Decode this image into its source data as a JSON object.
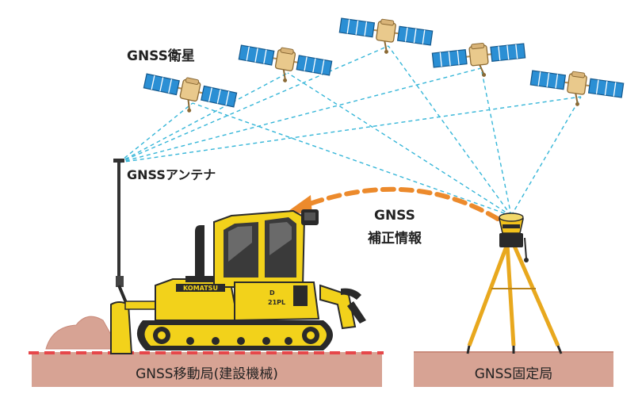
{
  "labels": {
    "satellites": "GNSS衛星",
    "antenna": "GNSSアンテナ",
    "correction_line1": "GNSS",
    "correction_line2": "補正情報",
    "mobile_station": "GNSS移動局(建設機械)",
    "fixed_station": "GNSS固定局"
  },
  "machine": {
    "brand": "KOMATSU",
    "model_line1": "D",
    "model_line2": "21PL"
  },
  "colors": {
    "machine_yellow": "#f2d21b",
    "ground": "#d7a394",
    "ground_ridge": "#c98a7a",
    "signal_line": "#36b6d8",
    "correction_arrow": "#ec8a2c",
    "work_boundary": "#e6474a",
    "satellite_panel": "#2b8fd4",
    "satellite_body": "#e9c98c"
  },
  "icons": [
    "satellite-icon",
    "antenna-pole-icon",
    "bulldozer-icon",
    "gnss-receiver-icon",
    "tripod-icon"
  ]
}
